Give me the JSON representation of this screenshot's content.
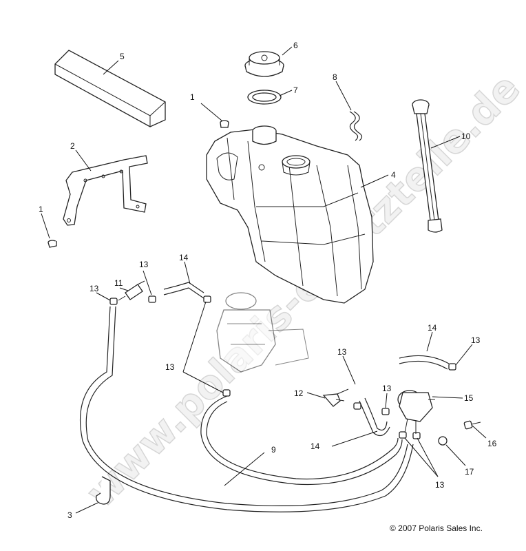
{
  "watermark": "www.polaris-ersatzteile.de",
  "copyright": "© 2007  Polaris Sales Inc.",
  "callouts": {
    "c1a": "1",
    "c1b": "1",
    "c2": "2",
    "c3": "3",
    "c4": "4",
    "c5": "5",
    "c6": "6",
    "c7": "7",
    "c8": "8",
    "c9": "9",
    "c10": "10",
    "c11": "11",
    "c12": "12",
    "c13a": "13",
    "c13b": "13",
    "c13c": "13",
    "c13d": "13",
    "c13e": "13",
    "c13f": "13",
    "c13g": "13",
    "c14a": "14",
    "c14b": "14",
    "c14c": "14",
    "c15": "15",
    "c16": "16",
    "c17": "17"
  }
}
